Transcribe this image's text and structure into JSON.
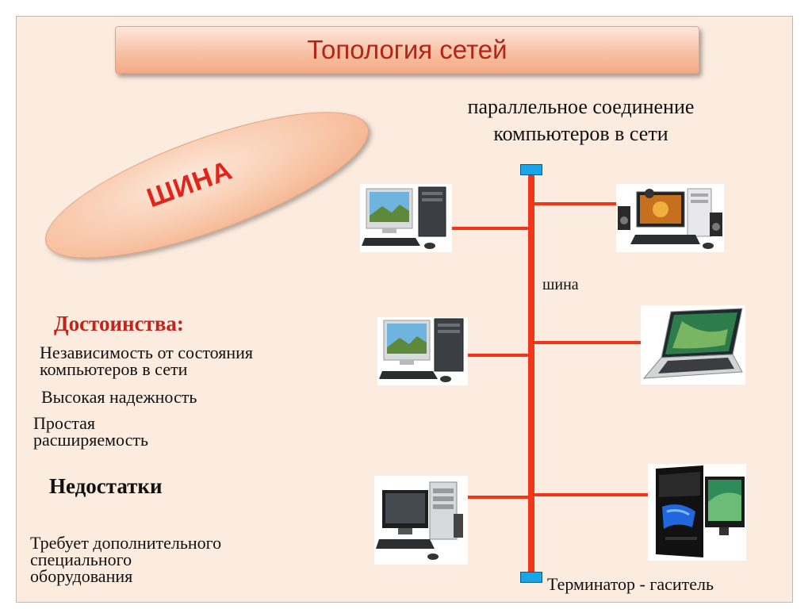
{
  "title": "Топология сетей",
  "ellipse_label": "ШИНА",
  "caption": {
    "line1": "параллельное соединение",
    "line2": "компьютеров в сети"
  },
  "bus_label": "шина",
  "terminator_label": "Терминатор - гаситель",
  "advantages": {
    "heading": "Достоинства:",
    "item1_line1": "Независимость от состояния",
    "item1_line2": "компьютеров в сети",
    "item2": "Высокая надежность",
    "item3_line1": "Простая",
    "item3_line2": "расширяемость"
  },
  "disadvantages": {
    "heading": "Недостатки",
    "item1_line1": "Требует дополнительного",
    "item1_line2": "специального",
    "item1_line3": "оборудования"
  },
  "colors": {
    "bus": "#f2361a",
    "terminator": "#18a6e8",
    "title_text": "#b42417",
    "heading_red": "#c0241a"
  },
  "icons": [
    "desktop-computer-icon",
    "multimedia-computer-icon",
    "laptop-icon",
    "gaming-computer-icon",
    "terminator-icon"
  ]
}
